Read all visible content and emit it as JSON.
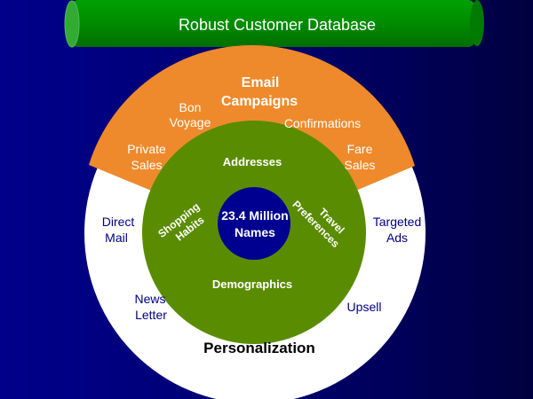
{
  "title": "Robust Customer Database",
  "center": {
    "line1": "23.4 Million",
    "line2": "Names"
  },
  "inner_ring": {
    "top": "Addresses",
    "bottom": "Demographics",
    "left": [
      "Shopping",
      "Habits"
    ],
    "right": [
      "Travel",
      "Preferences"
    ]
  },
  "email_section": {
    "heading": [
      "Email",
      "Campaigns"
    ],
    "items": {
      "bon_voyage": [
        "Bon",
        "Voyage"
      ],
      "confirmations": "Confirmations",
      "private_sales": [
        "Private",
        "Sales"
      ],
      "fare_sales": [
        "Fare",
        "Sales"
      ]
    }
  },
  "personalization_section": {
    "heading": "Personalization",
    "items": {
      "direct_mail": [
        "Direct",
        "Mail"
      ],
      "targeted_ads": [
        "Targeted",
        "Ads"
      ],
      "news_letter": [
        "News",
        "Letter"
      ],
      "upsell": "Upsell"
    }
  },
  "colors": {
    "orange": "#ee8a2c",
    "green": "#5a8c00",
    "navy": "#000090",
    "cylinder": "#008c00"
  }
}
